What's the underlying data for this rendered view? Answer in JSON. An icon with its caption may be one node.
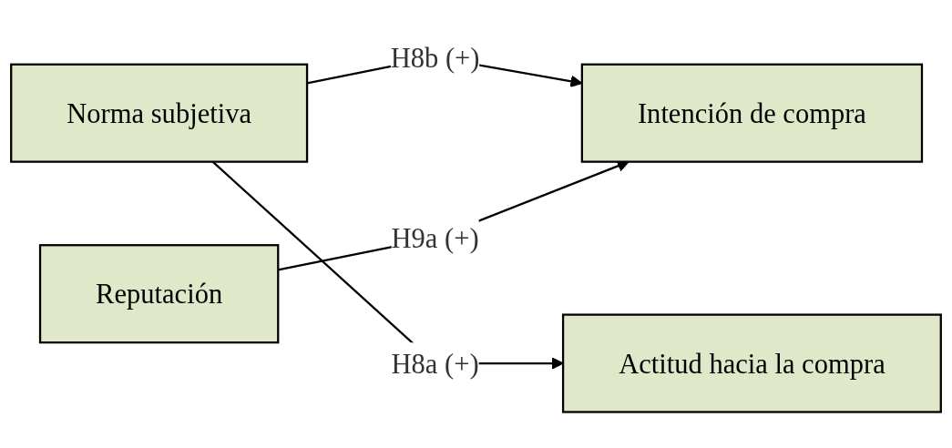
{
  "diagram": {
    "nodes": [
      {
        "text": [
          "Norma subjetiva"
        ]
      },
      {
        "text": [
          "Actitud hacia la compra"
        ]
      },
      {
        "text": [
          "Intención de compra"
        ]
      },
      {
        "text": [
          "Reputación"
        ]
      }
    ],
    "edges": [
      {
        "from": 0,
        "to": 2,
        "arrow": "to",
        "label": "H8b (+)"
      },
      {
        "from": 0,
        "to": 1,
        "arrow": "to",
        "label": "H8a (+)"
      },
      {
        "from": 3,
        "to": 2,
        "arrow": "to",
        "label": "H9a (+)"
      }
    ]
  }
}
